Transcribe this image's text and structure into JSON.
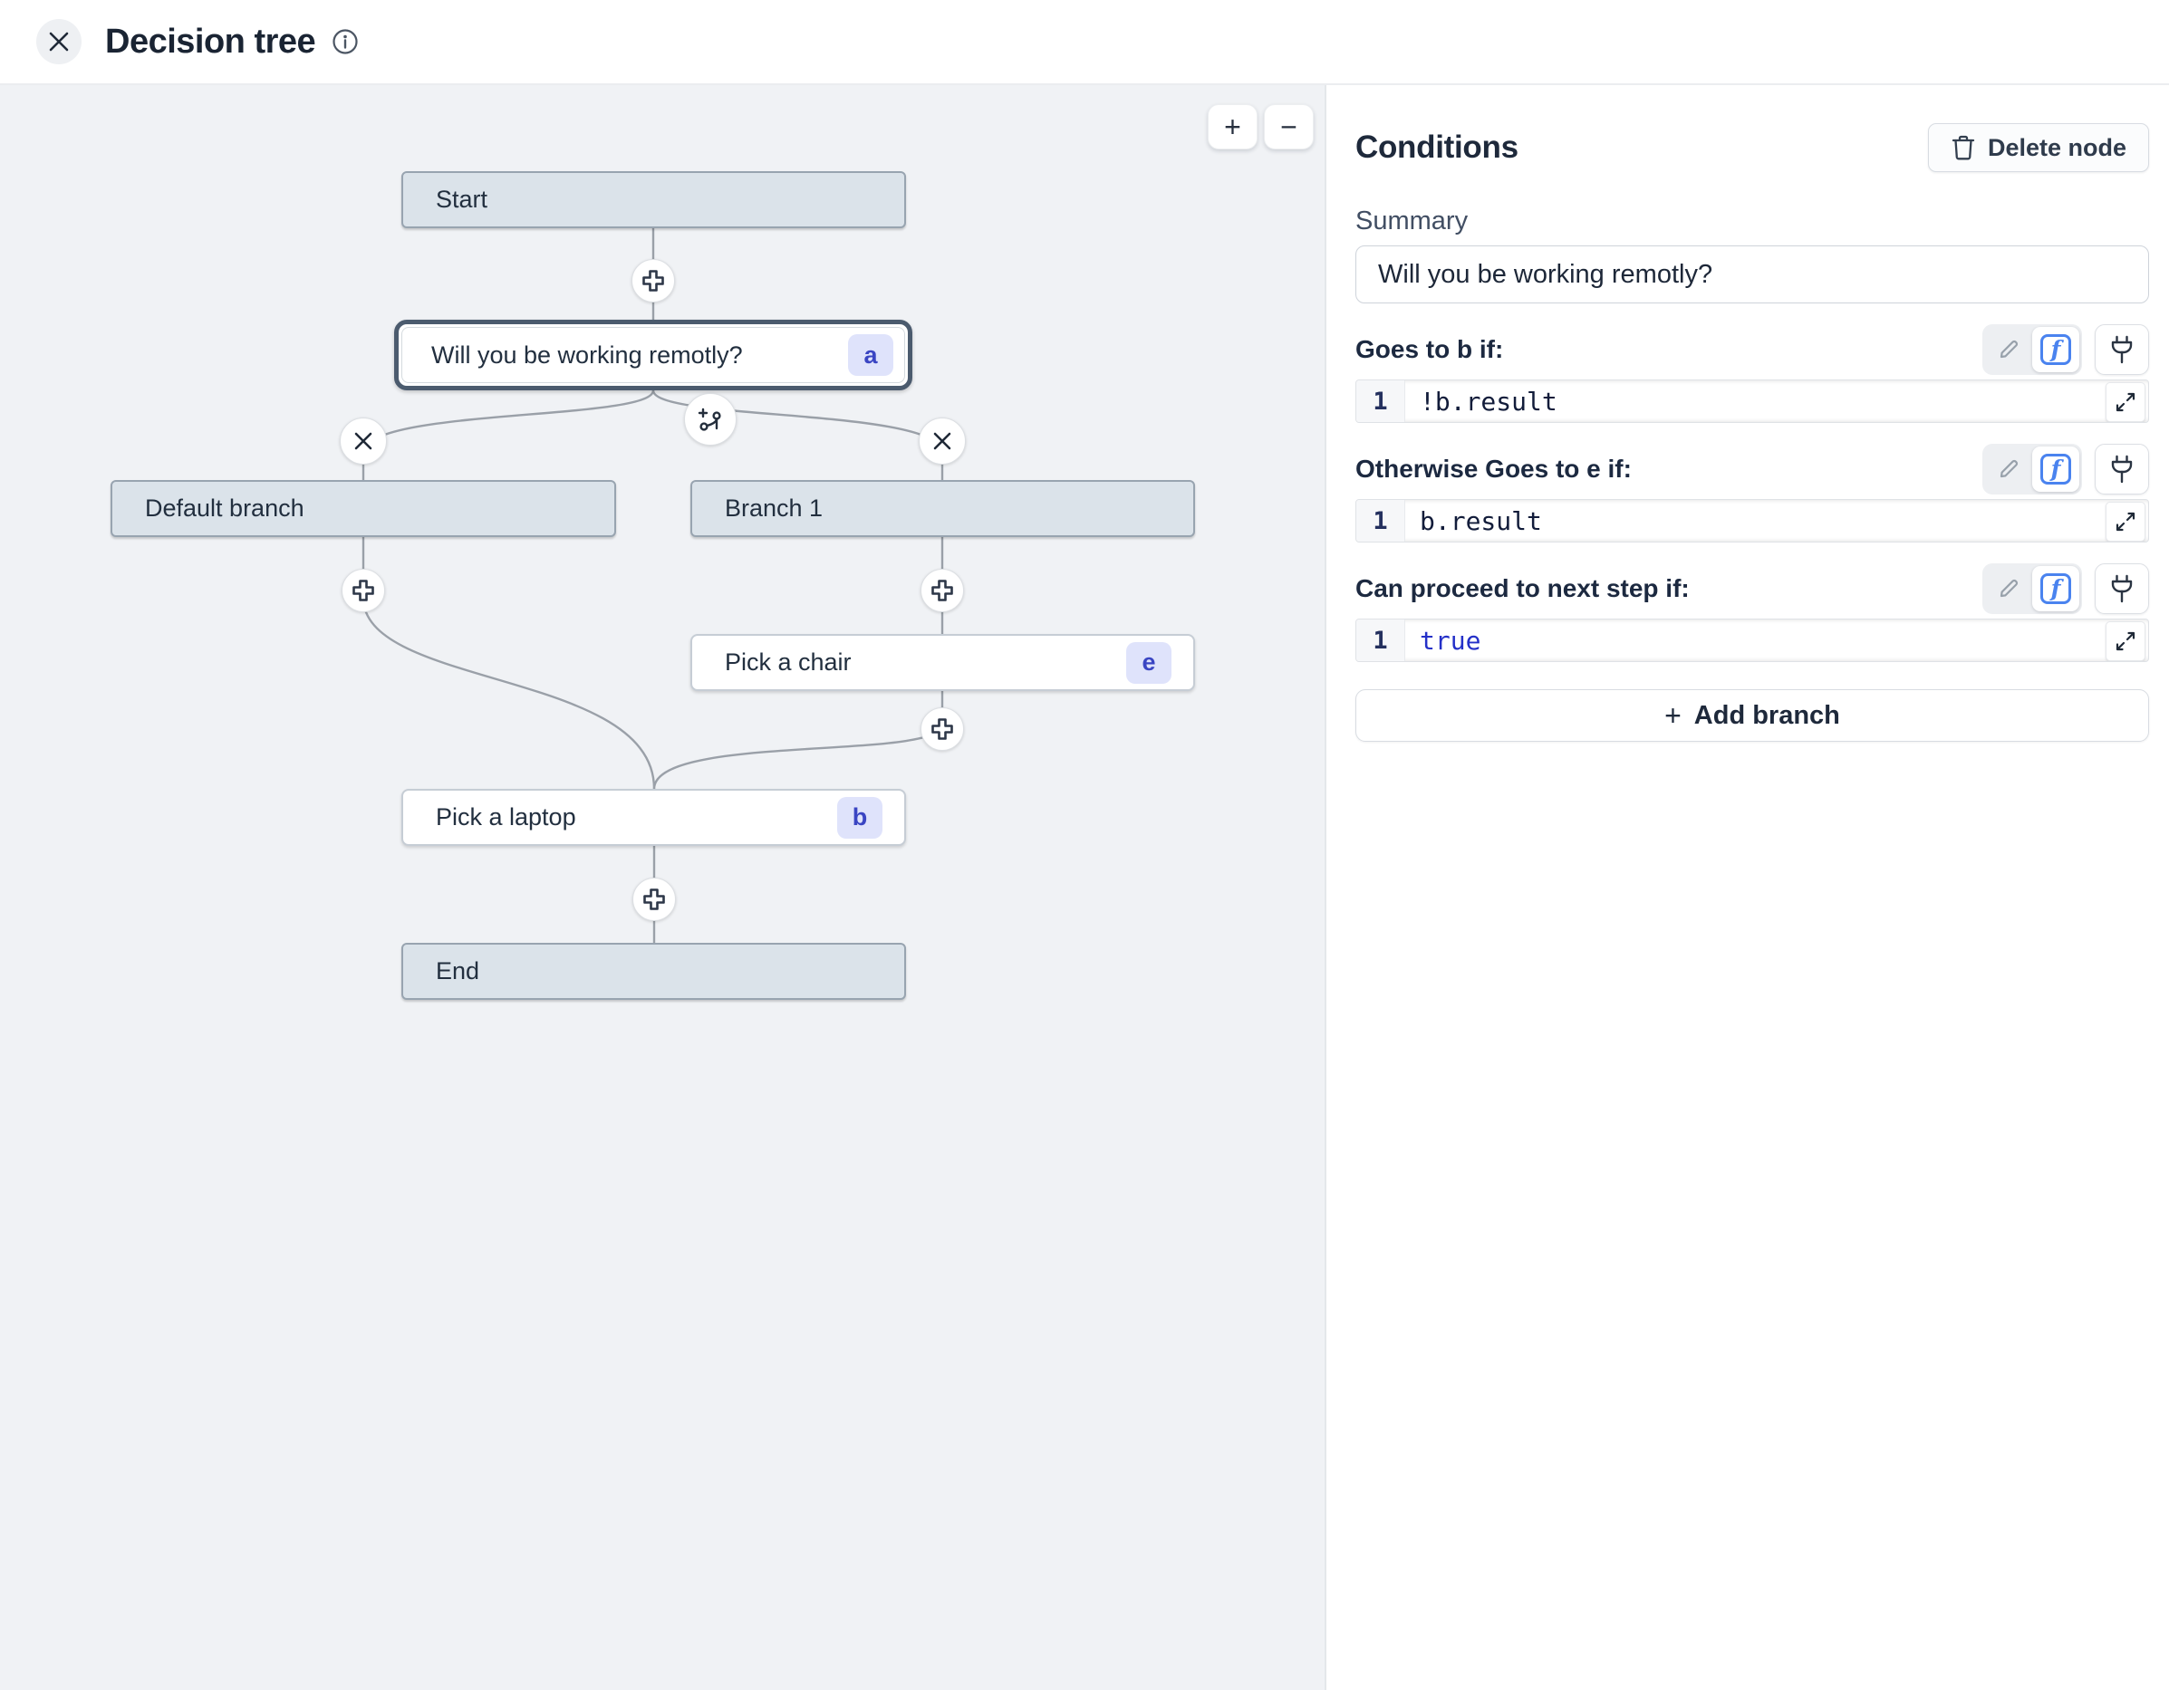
{
  "header": {
    "title": "Decision tree"
  },
  "canvas": {
    "zoom_in_label": "+",
    "zoom_out_label": "−",
    "nodes": {
      "start": {
        "label": "Start"
      },
      "question": {
        "label": "Will you be working remotly?",
        "badge": "a"
      },
      "default_branch": {
        "label": "Default branch"
      },
      "branch1": {
        "label": "Branch 1"
      },
      "chair": {
        "label": "Pick a chair",
        "badge": "e"
      },
      "laptop": {
        "label": "Pick a laptop",
        "badge": "b"
      },
      "end": {
        "label": "End"
      }
    }
  },
  "panel": {
    "title": "Conditions",
    "delete_button_label": "Delete node",
    "summary_label": "Summary",
    "summary_value": "Will you be working remotly?",
    "sections": [
      {
        "label": "Goes to b if:",
        "line_number": "1",
        "code": "!b.result"
      },
      {
        "label": "Otherwise Goes to e if:",
        "line_number": "1",
        "code": "b.result"
      },
      {
        "label": "Can proceed to next step if:",
        "line_number": "1",
        "code": "true"
      }
    ],
    "add_branch_plus": "+",
    "add_branch_label": "Add branch"
  },
  "colors": {
    "accent_blue": "#4a83ef",
    "badge_bg": "#dfe3fb",
    "badge_text": "#3a45c3",
    "keyword_blue": "#2430c8",
    "node_gray_fill": "#dbe3ea",
    "selected_border": "#4b5b6e",
    "canvas_bg": "#f0f2f5"
  }
}
